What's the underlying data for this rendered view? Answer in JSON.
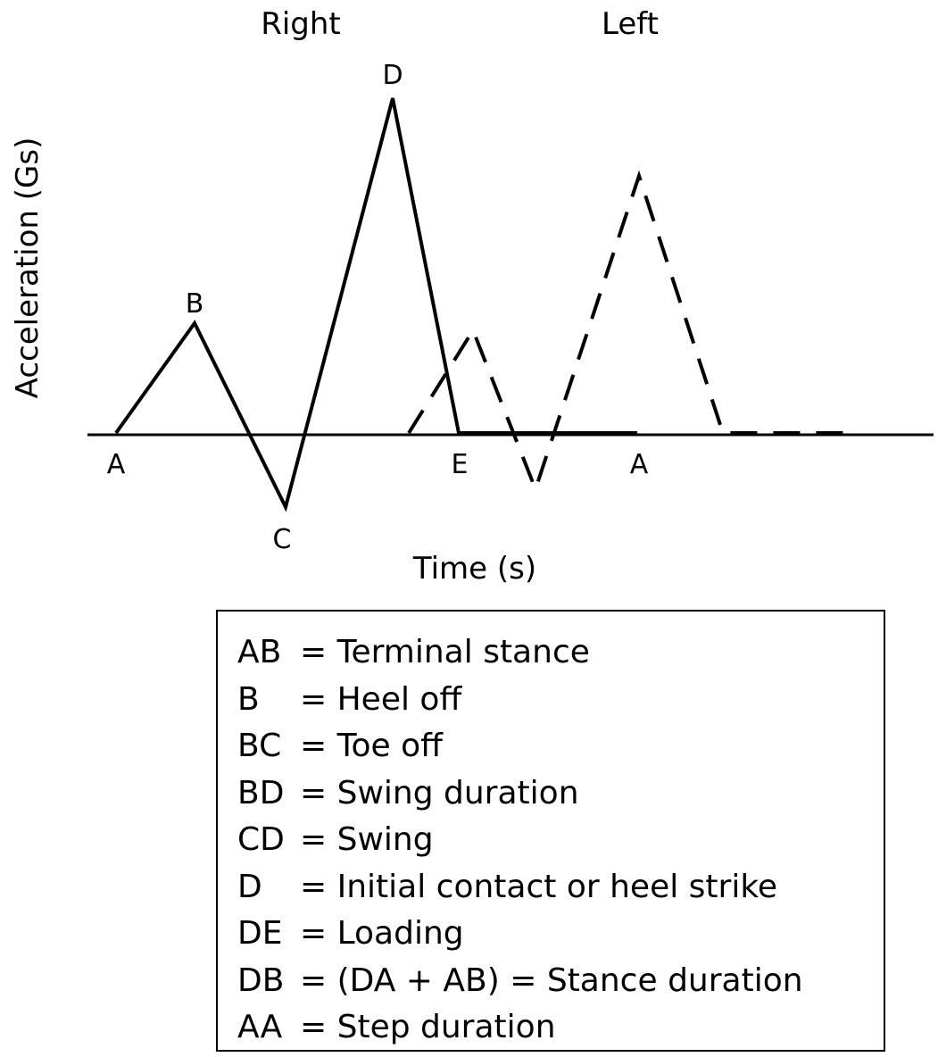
{
  "header": {
    "right_label": "Right",
    "left_label": "Left"
  },
  "axes": {
    "ylabel": "Acceleration (Gs)",
    "xlabel": "Time (s)"
  },
  "points": {
    "A1": "A",
    "B": "B",
    "C": "C",
    "D": "D",
    "E": "E",
    "A2": "A"
  },
  "legend": {
    "items": [
      {
        "key": "AB",
        "def": "= Terminal stance"
      },
      {
        "key": "B",
        "def": "= Heel off"
      },
      {
        "key": "BC",
        "def": "= Toe off"
      },
      {
        "key": "BD",
        "def": "= Swing duration"
      },
      {
        "key": "CD",
        "def": "= Swing"
      },
      {
        "key": "D",
        "def": "= Initial contact or heel strike"
      },
      {
        "key": "DE",
        "def": "= Loading"
      },
      {
        "key": "DB",
        "def": "= (DA + AB) = Stance duration"
      },
      {
        "key": "AA",
        "def": "= Step duration"
      }
    ]
  }
}
